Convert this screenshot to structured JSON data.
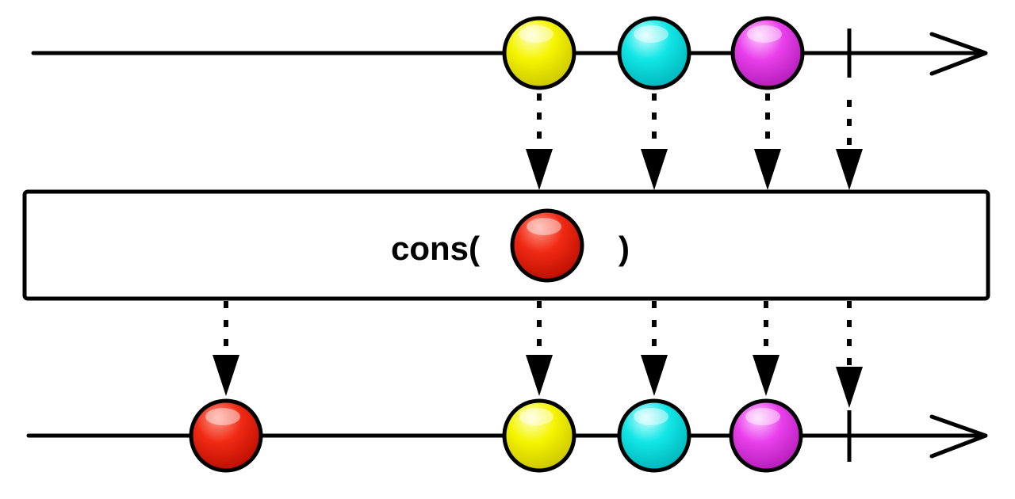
{
  "operator": {
    "label_prefix": "cons(",
    "label_suffix": ")",
    "argument_color": "red"
  },
  "colors": {
    "red": {
      "light": "#ff9a8a",
      "mid": "#f02a14",
      "dark": "#b80c00"
    },
    "yellow": {
      "light": "#ffffd0",
      "mid": "#f5f500",
      "dark": "#c9c200"
    },
    "cyan": {
      "light": "#d8ffff",
      "mid": "#12e6e6",
      "dark": "#00b2b8"
    },
    "magenta": {
      "light": "#ffd0ff",
      "mid": "#e940ec",
      "dark": "#b01ab4"
    },
    "stroke": "#000000"
  },
  "source_stream": {
    "marbles": [
      "yellow",
      "cyan",
      "magenta"
    ],
    "completed": true
  },
  "result_stream": {
    "marbles": [
      "red",
      "yellow",
      "cyan",
      "magenta"
    ],
    "completed": true
  }
}
